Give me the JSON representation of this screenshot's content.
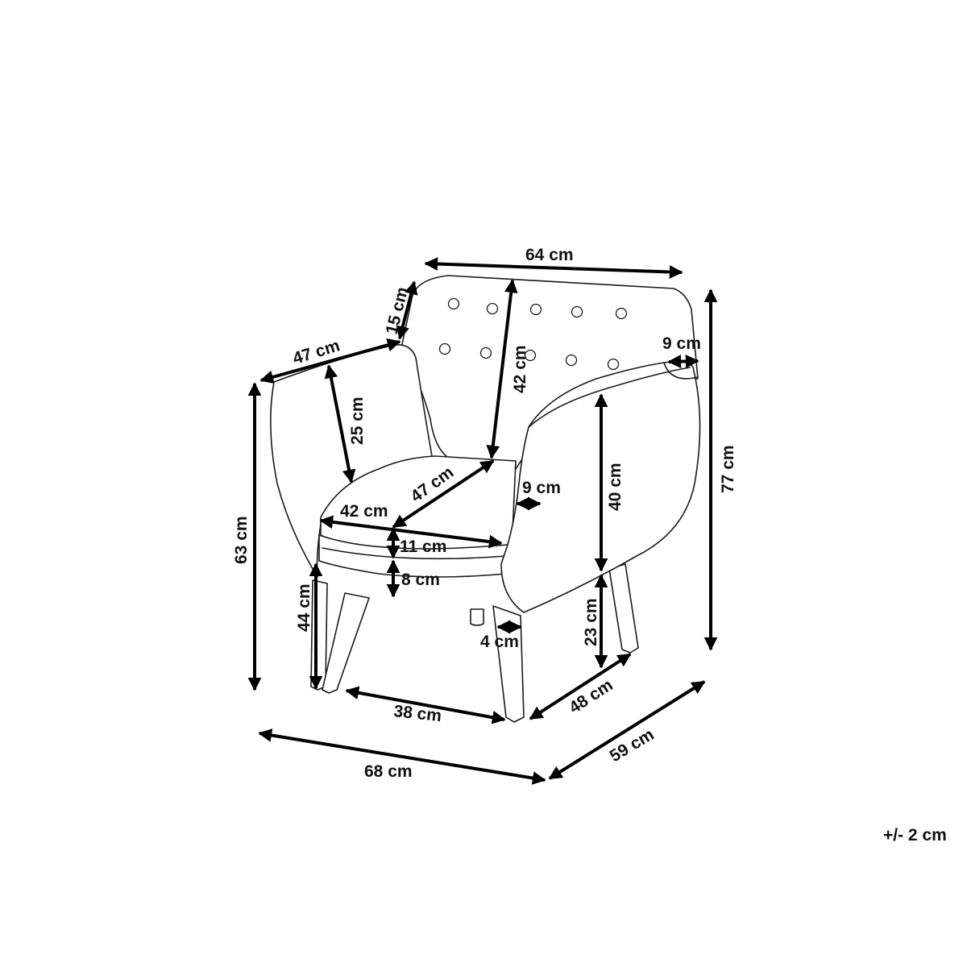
{
  "diagram": {
    "dimensions": {
      "back_width": "64 cm",
      "back_thickness": "15 cm",
      "arm_depth": "47 cm",
      "arm_width": "9 cm",
      "backrest_height": "42 cm",
      "total_height": "77 cm",
      "arm_inner_height": "25 cm",
      "seat_depth": "47 cm",
      "armrest_gap": "9 cm",
      "arm_side_height": "40 cm",
      "arm_height": "63 cm",
      "seat_width": "42 cm",
      "cushion_height": "11 cm",
      "base_height": "8 cm",
      "seat_height": "44 cm",
      "leg_height": "23 cm",
      "leg_width": "4 cm",
      "leg_span_front": "38 cm",
      "leg_span_side": "48 cm",
      "total_width": "68 cm",
      "total_depth": "59 cm"
    },
    "tolerance": "+/- 2 cm"
  }
}
